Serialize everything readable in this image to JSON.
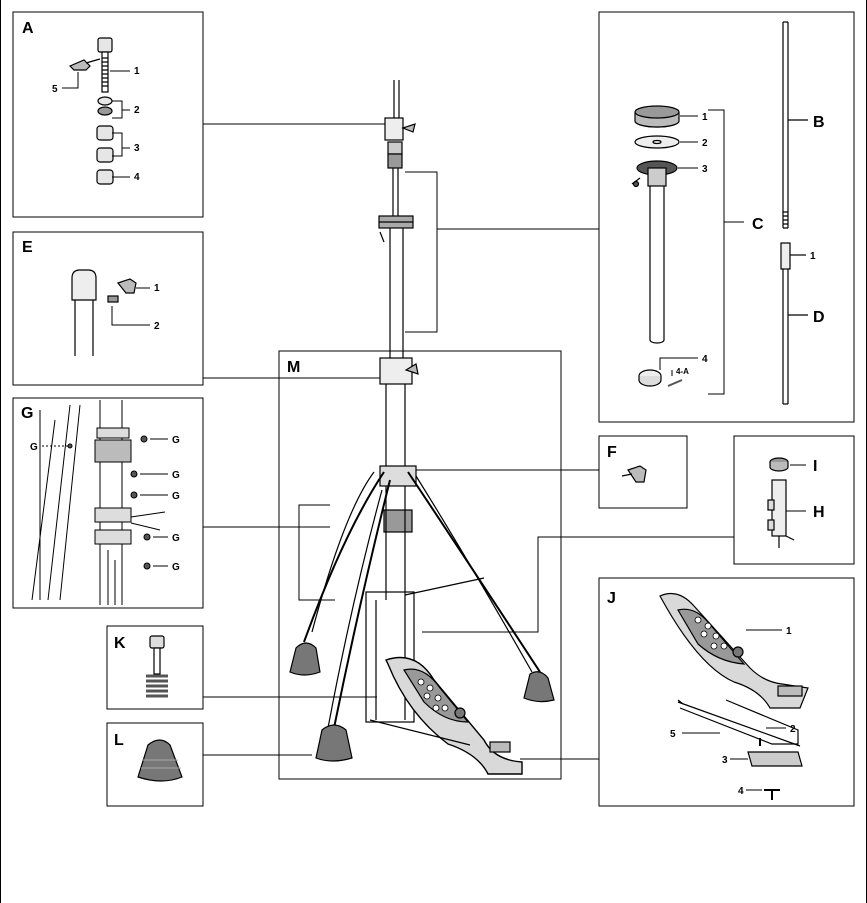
{
  "panels": {
    "A": {
      "letter": "A",
      "parts": [
        "1",
        "2",
        "3",
        "4",
        "5"
      ]
    },
    "B": {
      "letter": "B"
    },
    "C": {
      "letter": "C",
      "parts": [
        "1",
        "2",
        "3",
        "4",
        "4-A"
      ]
    },
    "D": {
      "letter": "D",
      "parts": [
        "1"
      ]
    },
    "E": {
      "letter": "E",
      "parts": [
        "1",
        "2"
      ]
    },
    "F": {
      "letter": "F"
    },
    "G": {
      "letter": "G"
    },
    "H": {
      "letter": "H"
    },
    "I": {
      "letter": "I"
    },
    "J": {
      "letter": "J",
      "parts": [
        "1",
        "2",
        "3",
        "4",
        "5"
      ]
    },
    "K": {
      "letter": "K"
    },
    "L": {
      "letter": "L"
    },
    "M": {
      "letter": "M"
    }
  },
  "colors": {
    "line": "#000000",
    "rubber": "#777777",
    "metal_fill": "#e6e6e6",
    "pedal_fill": "#bdbdbd"
  }
}
